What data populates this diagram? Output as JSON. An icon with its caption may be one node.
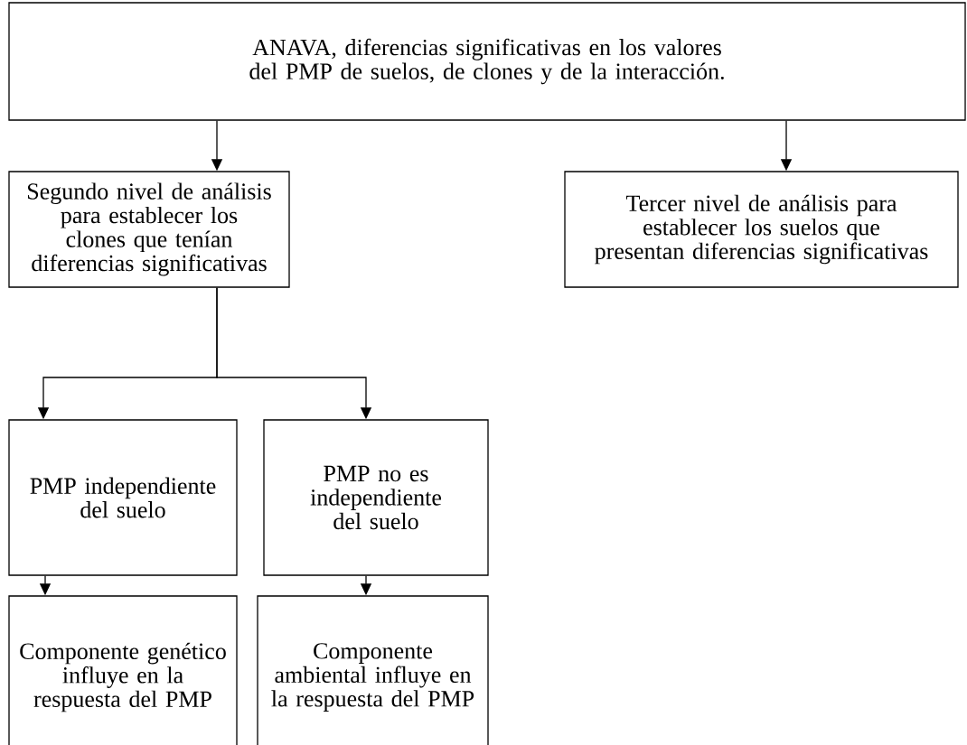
{
  "diagram": {
    "nodes": [
      {
        "text": [
          "ANAVA, diferencias significativas en los valores del PMP de suelos, de clones y de la interacción."
        ]
      },
      {
        "text": [
          "Segundo nivel de análisis para establecer los clones que tenían diferencias significativas"
        ]
      },
      {
        "text": [
          "Tercer nivel de análisis para establecer los suelos que presentan diferencias significativas"
        ]
      },
      {
        "text": [
          "PMP independiente del suelo"
        ]
      },
      {
        "text": [
          "PMP no es independiente del suelo"
        ]
      },
      {
        "text": [
          "Componente genético influye en la respuesta del PMP"
        ]
      },
      {
        "text": [
          "Componente ambiental influye en la respuesta del PMP"
        ]
      }
    ],
    "edges": [
      {
        "from": 0,
        "to": 1,
        "arrow": "to"
      },
      {
        "from": 0,
        "to": 2,
        "arrow": "to"
      },
      {
        "from": 1,
        "to": 3,
        "arrow": "to"
      },
      {
        "from": 1,
        "to": 4,
        "arrow": "to"
      },
      {
        "from": 3,
        "to": 5,
        "arrow": "to"
      },
      {
        "from": 4,
        "to": 6,
        "arrow": "to"
      }
    ]
  }
}
